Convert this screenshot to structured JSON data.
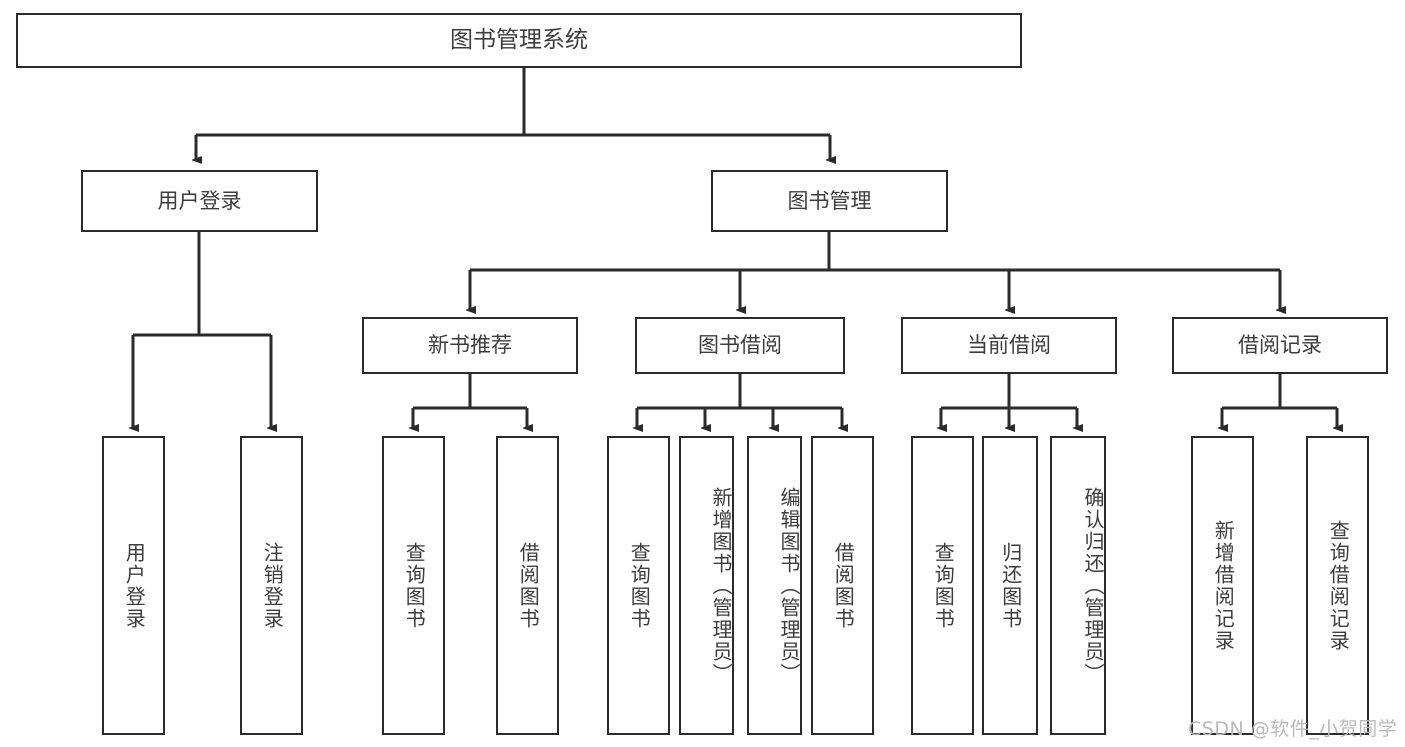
{
  "diagram": {
    "title_node": {
      "label": "图书管理系统"
    },
    "level2": [
      {
        "id": "user-login",
        "label": "用户登录"
      },
      {
        "id": "book-management",
        "label": "图书管理"
      }
    ],
    "level3": [
      {
        "id": "new-book-recommend",
        "label": "新书推荐"
      },
      {
        "id": "book-borrow",
        "label": "图书借阅"
      },
      {
        "id": "current-borrow",
        "label": "当前借阅"
      },
      {
        "id": "borrow-record",
        "label": "借阅记录"
      }
    ],
    "leaves": {
      "user_login": [
        {
          "id": "user-login-leaf",
          "label": "用户登录"
        },
        {
          "id": "logout-leaf",
          "label": "注销登录"
        }
      ],
      "new_book_recommend": [
        {
          "id": "query-book-1",
          "label": "查询图书"
        },
        {
          "id": "borrow-book-1",
          "label": "借阅图书"
        }
      ],
      "book_borrow": [
        {
          "id": "query-book-2",
          "label": "查询图书"
        },
        {
          "id": "add-book",
          "label": "新增图书（管理员）"
        },
        {
          "id": "edit-book",
          "label": "编辑图书（管理员）"
        },
        {
          "id": "borrow-book-2",
          "label": "借阅图书"
        }
      ],
      "current_borrow": [
        {
          "id": "query-book-3",
          "label": "查询图书"
        },
        {
          "id": "return-book",
          "label": "归还图书"
        },
        {
          "id": "confirm-return",
          "label": "确认归还（管理员）"
        }
      ],
      "borrow_record": [
        {
          "id": "add-borrow-record",
          "label": "新增借阅记录"
        },
        {
          "id": "query-borrow-record",
          "label": "查询借阅记录"
        }
      ]
    },
    "watermark": "CSDN @软件_小贺同学",
    "colors": {
      "stroke": "#2b2b2b",
      "text": "#3d3d3d",
      "background": "#ffffff",
      "watermark": "#b9b9b9"
    }
  }
}
